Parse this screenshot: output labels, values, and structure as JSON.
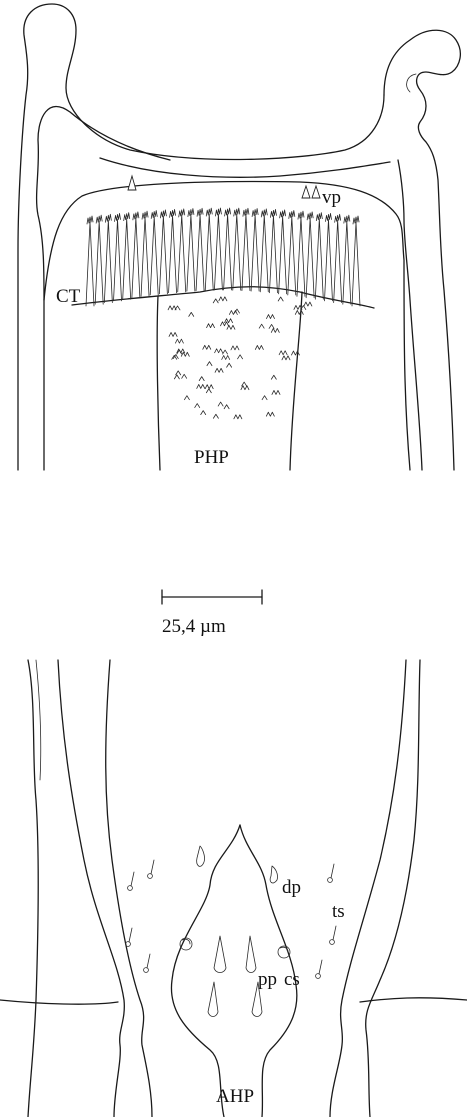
{
  "labels": {
    "vp": "vp",
    "ct": "CT",
    "php": "PHP",
    "scale": "25,4 µm",
    "dp": "dp",
    "ts": "ts",
    "cs": "cs",
    "pp": "pp",
    "ahp": "AHP"
  }
}
